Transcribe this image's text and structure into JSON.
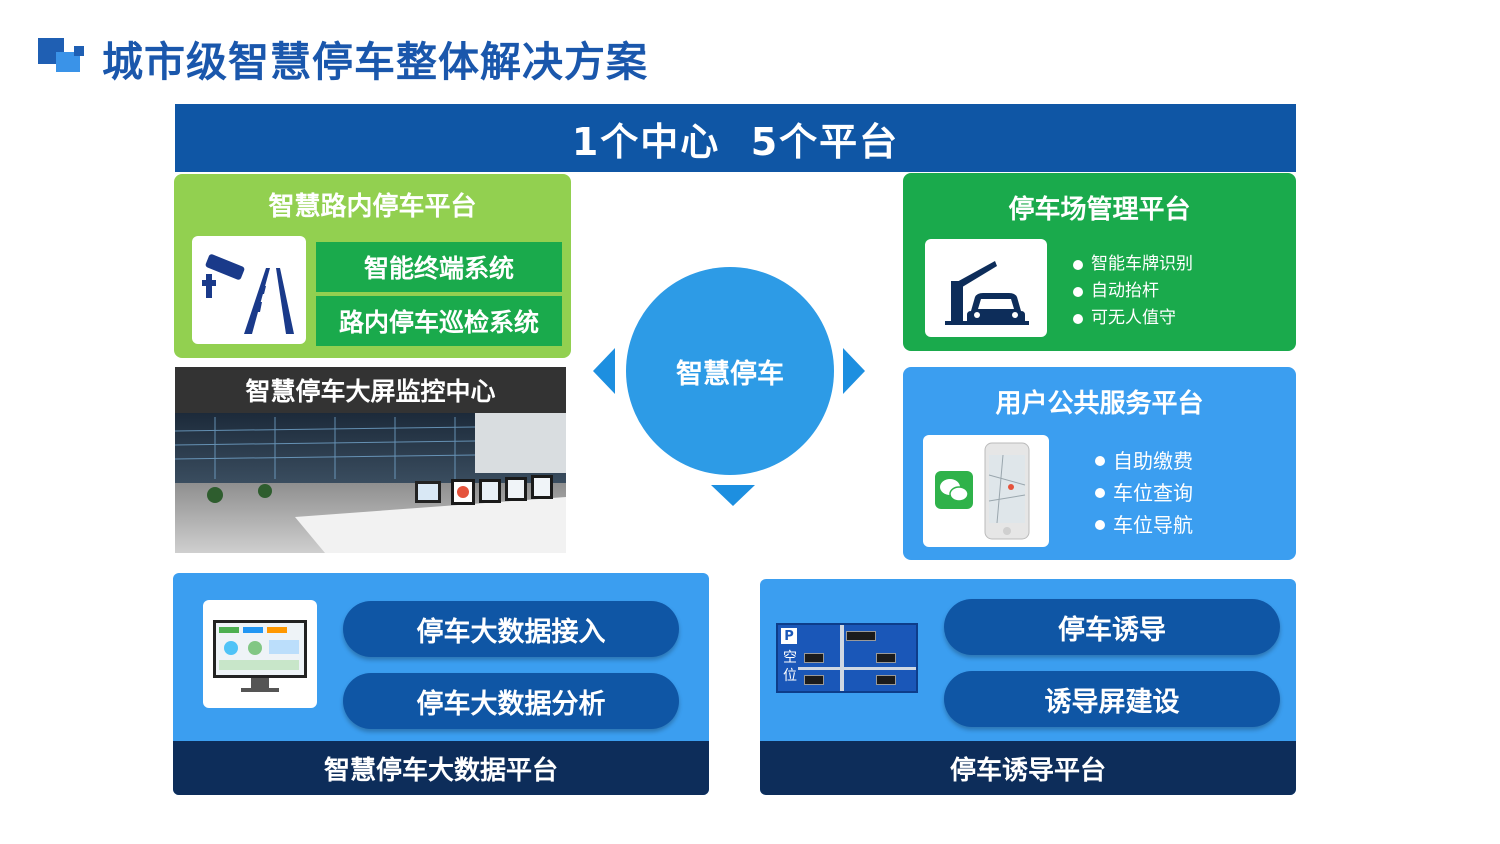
{
  "page": {
    "title": "城市级智慧停车整体解决方案"
  },
  "banner": {
    "text": "1个中心  5个平台"
  },
  "center": {
    "label": "智慧停车"
  },
  "roadside_platform": {
    "title": "智慧路内停车平台",
    "items": [
      "智能终端系统",
      "路内停车巡检系统"
    ]
  },
  "monitor_center": {
    "title": "智慧停车大屏监控中心"
  },
  "parking_lot_platform": {
    "title": "停车场管理平台",
    "bullets": [
      "智能车牌识别",
      "自动抬杆",
      "可无人值守"
    ]
  },
  "user_service_platform": {
    "title": "用户公共服务平台",
    "bullets": [
      "自助缴费",
      "车位查询",
      "车位导航"
    ]
  },
  "bigdata_platform": {
    "title": "智慧停车大数据平台",
    "items": [
      "停车大数据接入",
      "停车大数据分析"
    ]
  },
  "guide_platform": {
    "title": "停车诱导平台",
    "items": [
      "停车诱导",
      "诱导屏建设"
    ],
    "sign": {
      "p": "P",
      "empty_line1": "空",
      "empty_line2": "位"
    }
  },
  "colors": {
    "primary": "#0f56a5",
    "light_green": "#92d050",
    "green": "#1aaa4c",
    "sky_blue": "#3b9ef0",
    "dark_navy": "#0d2d5a",
    "circle_blue": "#2d9be6"
  }
}
